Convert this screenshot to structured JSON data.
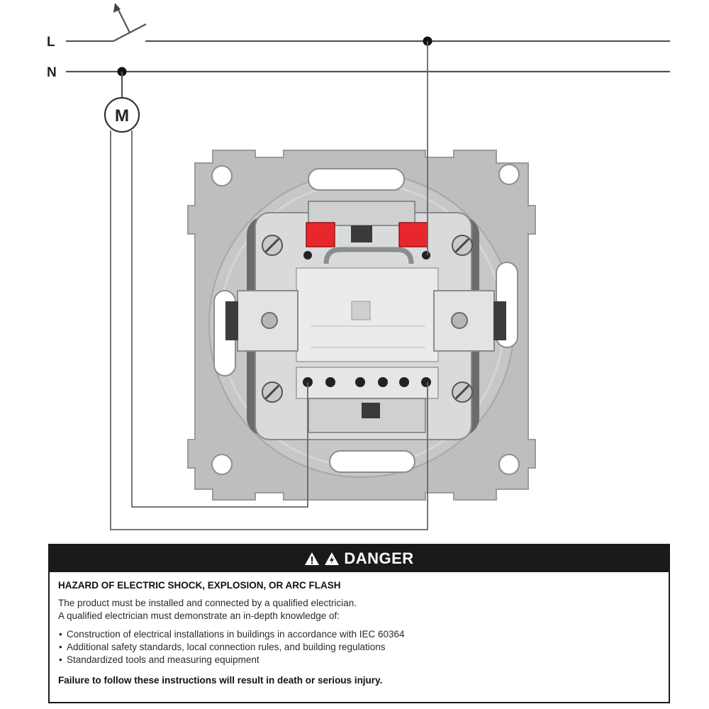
{
  "diagram": {
    "line_label_L": "L",
    "line_label_N": "N",
    "motor_label": "M"
  },
  "warning": {
    "header": "DANGER",
    "hazard_title": "HAZARD OF ELECTRIC SHOCK, EXPLOSION, OR ARC FLASH",
    "intro_lines": [
      "The product must be installed and connected by a qualified electrician.",
      "A qualified electrician must demonstrate an in-depth knowledge of:"
    ],
    "bullets": [
      "Construction of electrical installations in buildings in accordance with IEC 60364",
      "Additional safety standards, local connection rules, and building regulations",
      "Standardized tools and measuring equipment"
    ],
    "consequence": "Failure to follow these instructions will result in death or serious injury."
  },
  "colors": {
    "terminal_red": "#e8272c",
    "frame_grey": "#b9babb",
    "black": "#1a1a1a"
  }
}
